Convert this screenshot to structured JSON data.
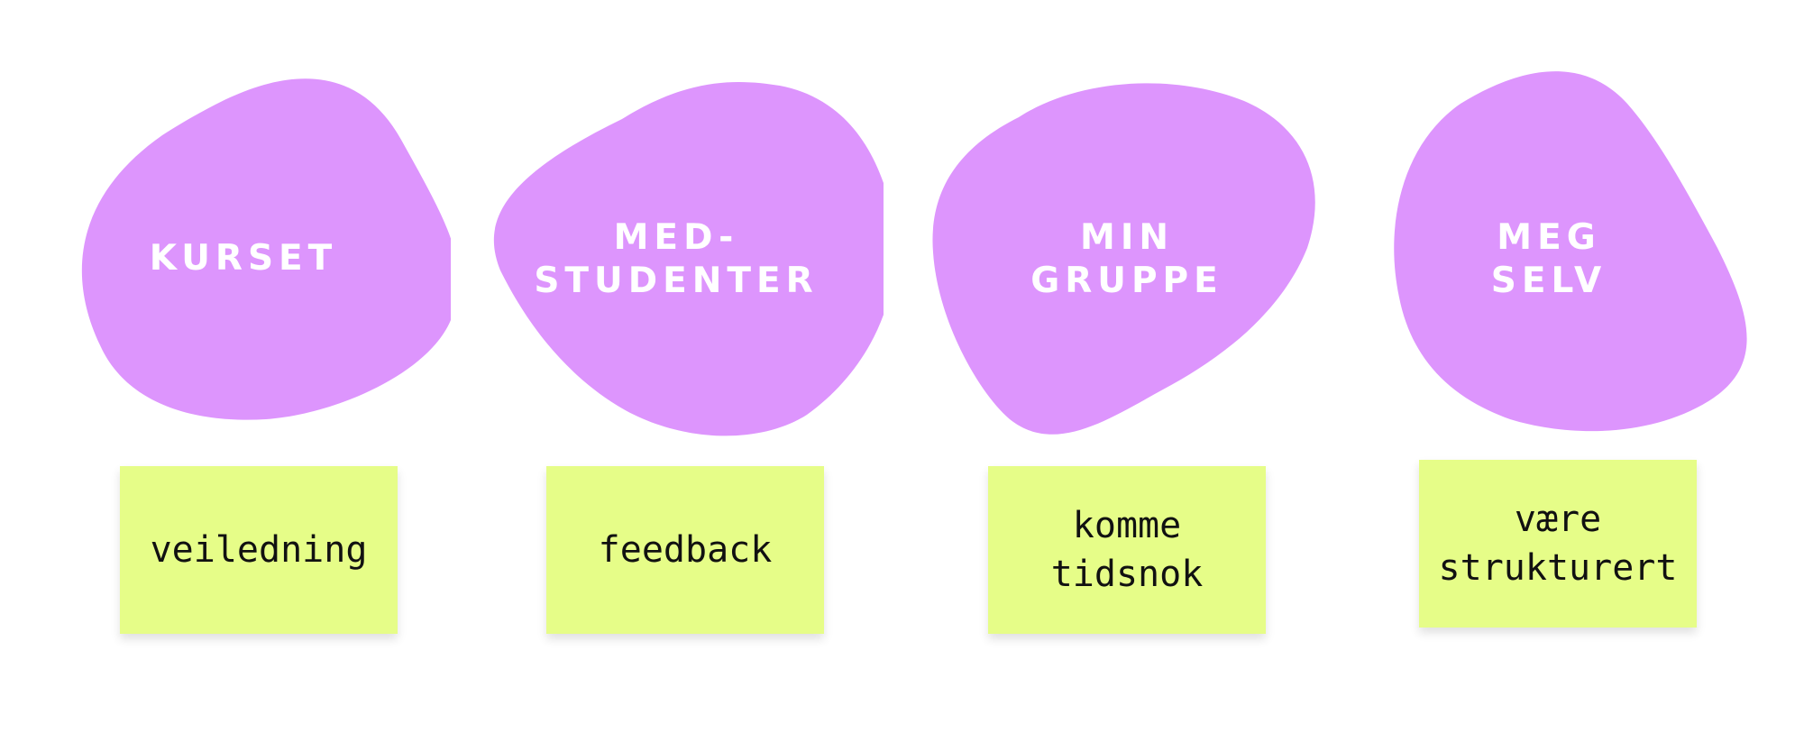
{
  "colors": {
    "background": "#ffffff",
    "blob": "#dd95fd",
    "blob_text": "#ffffff",
    "note": "#e6fd88",
    "note_text": "#111111"
  },
  "groups": [
    {
      "blob_lines": [
        "KURSET"
      ],
      "note_lines": [
        "veiledning"
      ]
    },
    {
      "blob_lines": [
        "MED-",
        "STUDENTER"
      ],
      "note_lines": [
        "feedback"
      ]
    },
    {
      "blob_lines": [
        "MIN",
        "GRUPPE"
      ],
      "note_lines": [
        "komme",
        "tidsnok"
      ]
    },
    {
      "blob_lines": [
        "MEG",
        "SELV"
      ],
      "note_lines": [
        "være",
        "strukturert"
      ]
    }
  ]
}
